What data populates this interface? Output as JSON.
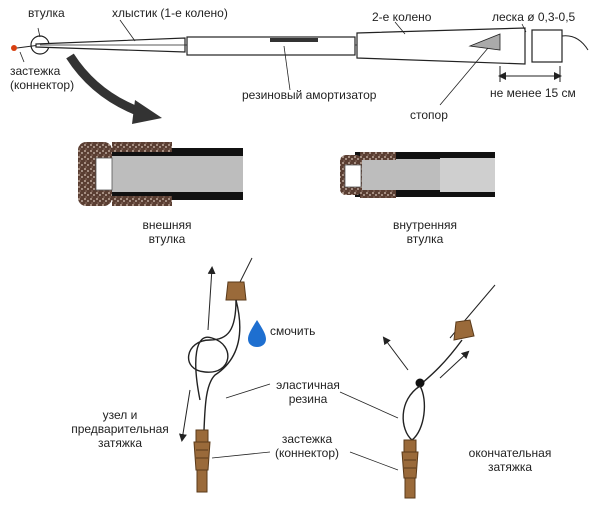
{
  "labels": {
    "bushing": "втулка",
    "whip": "хлыстик (1-е колено)",
    "second_section": "2-е колено",
    "line": "леска ø 0,3-0,5",
    "clasp_connector": "застежка\n(коннектор)",
    "rubber_absorber": "резиновый амортизатор",
    "min_length": "не менее 15 см",
    "stopper": "стопор",
    "outer_bushing": "внешняя\nвтулка",
    "inner_bushing": "внутренняя\nвтулка",
    "wet": "смочить",
    "elastic_rubber": "эластичная\nрезина",
    "knot_pretighten": "узел и\nпредварительная\nзатяжка",
    "clasp_connector_2": "застежка\n(коннектор)",
    "final_tighten": "окончательная\nзатяжка"
  },
  "colors": {
    "line": "#2a2a2a",
    "tube_fill": "#ffffff",
    "tube_gray": "#bdbdbd",
    "cork": "#6b4a3a",
    "connector": "#9a6a3a",
    "water": "#1e6fd0",
    "accent": "#d84010"
  }
}
